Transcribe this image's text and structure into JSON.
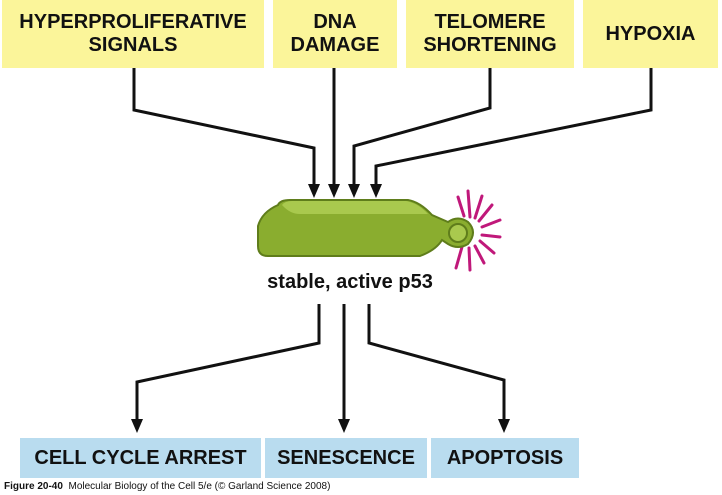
{
  "signals": [
    {
      "id": "hyperproliferative",
      "label": "HYPERPROLIFERATIVE\nSIGNALS"
    },
    {
      "id": "dna-damage",
      "label": "DNA\nDAMAGE"
    },
    {
      "id": "telomere-shortening",
      "label": "TELOMERE\nSHORTENING"
    },
    {
      "id": "hypoxia",
      "label": "HYPOXIA"
    }
  ],
  "center": {
    "label": "stable, active p53"
  },
  "outcomes": [
    {
      "id": "cell-cycle-arrest",
      "label": "CELL CYCLE ARREST"
    },
    {
      "id": "senescence",
      "label": "SENESCENCE"
    },
    {
      "id": "apoptosis",
      "label": "APOPTOSIS"
    }
  ],
  "caption": {
    "figure": "Figure 20-40",
    "text": "Molecular Biology of the Cell 5/e (© Garland Science 2008)"
  },
  "colors": {
    "signal_box": "#fbf59a",
    "outcome_box": "#b9dcef",
    "protein_body": "#8aad2f",
    "protein_top": "#a9c94e",
    "protein_edge": "#5f7d1b",
    "activation_rays": "#c0187a"
  }
}
